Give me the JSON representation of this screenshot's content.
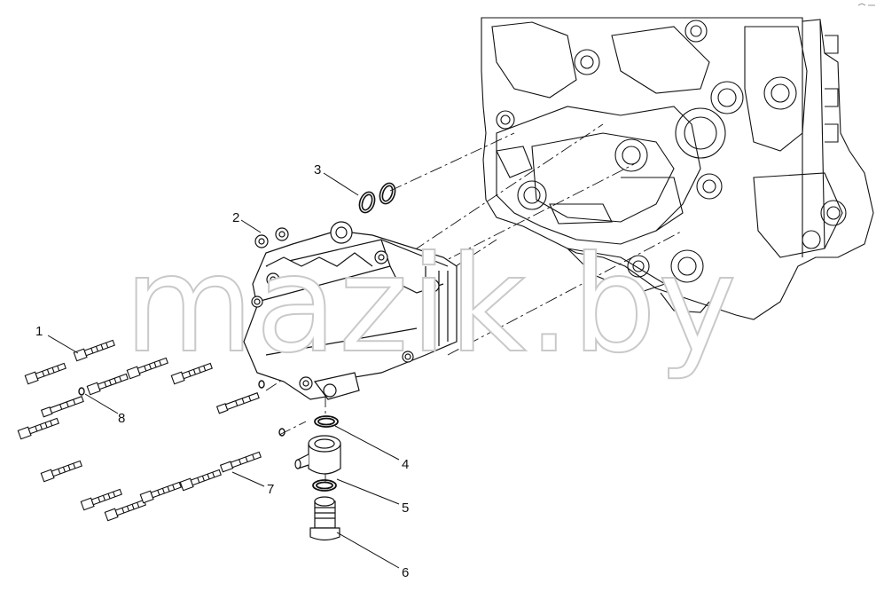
{
  "diagram": {
    "callouts": [
      {
        "id": "1",
        "label": "1"
      },
      {
        "id": "2",
        "label": "2"
      },
      {
        "id": "3",
        "label": "3"
      },
      {
        "id": "4",
        "label": "4"
      },
      {
        "id": "5",
        "label": "5"
      },
      {
        "id": "6",
        "label": "6"
      },
      {
        "id": "7",
        "label": "7"
      },
      {
        "id": "8",
        "label": "8"
      }
    ]
  },
  "watermark": {
    "text": "mazik.by"
  },
  "colors": {
    "line": "#111111",
    "watermark_stroke": "#c9c9c9",
    "background": "#ffffff"
  }
}
